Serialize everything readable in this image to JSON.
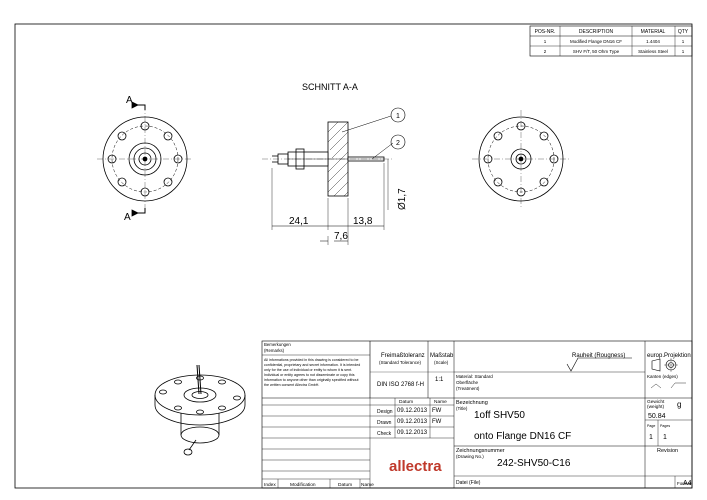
{
  "parts_list": {
    "headers": [
      "POS-NR.",
      "DESCRIPTION",
      "MATERIAL",
      "QTY"
    ],
    "rows": [
      [
        "1",
        "Modified Flange DN16 CF",
        "1.4404",
        "1"
      ],
      [
        "2",
        "SHV F/T, 50 Ohm Type",
        "Stainless Steel",
        "1"
      ]
    ]
  },
  "section": {
    "title": "SCHNITT A-A",
    "marker_top": "A",
    "marker_bottom": "A",
    "balloons": [
      "1",
      "2"
    ],
    "dims": {
      "d1": "24,1",
      "d2": "13,8",
      "d3": "7,6",
      "d4": "Ø1,7"
    }
  },
  "remarks": {
    "title": "Bemerkungen",
    "subtitle": "(Remarks)",
    "notice": [
      "All informations provided in this drawing is considered to be",
      "confidential, proprietary and secret information. It is intended",
      "only for the use of individual or entity to whom it is sent.",
      "Individual or entity agrees to not disseminate or copy this",
      "information to anyone other than originally specified without",
      "the written consent Allectra GmbH."
    ]
  },
  "tolerance": {
    "label": "Freimaßtoleranz",
    "sub": "(Standard Tolerance)",
    "value": "DIN ISO 2768 f-H"
  },
  "scale": {
    "label": "Maßstab",
    "sub": "(Scale)",
    "value": "1:1"
  },
  "roughness": {
    "label": "Rauheit (Rougness)"
  },
  "projection": {
    "label": "europ.Projektion",
    "edges": "Kanten (edges)"
  },
  "material": {
    "lines": [
      "Material: Standard",
      "Oberfläche",
      "(Treatment)"
    ]
  },
  "history": {
    "col_date": "Datum",
    "col_name": "Name",
    "rows": [
      {
        "label": "Design",
        "date": "09.12.2013",
        "name": "FW"
      },
      {
        "label": "Drawn",
        "date": "09.12.2013",
        "name": "FW"
      },
      {
        "label": "Check",
        "date": "09.12.2013",
        "name": ""
      }
    ]
  },
  "designation": {
    "label": "Bezeichnung",
    "sub": "(Title)",
    "line1": "1off SHV50",
    "line2": "onto Flange DN16 CF"
  },
  "weight": {
    "label": "Gewicht",
    "sub": "(weight)",
    "unit": "g",
    "value": "50.84"
  },
  "pages": {
    "page_label": "Page",
    "pages_label": "Pages",
    "page": "1",
    "pages": "1"
  },
  "drawing_number": {
    "label": "Zeichnungsnummer",
    "sub": "(Drawing No.)",
    "value": "242-SHV50-C16"
  },
  "revision": {
    "label": "Revision"
  },
  "file": {
    "label": "Datei (File)"
  },
  "format": {
    "label": "Format",
    "value": "A4"
  },
  "revision_table": {
    "cols": [
      "Index",
      "Modification",
      "Datum",
      "Name"
    ]
  },
  "logo": {
    "text": "allectra"
  }
}
